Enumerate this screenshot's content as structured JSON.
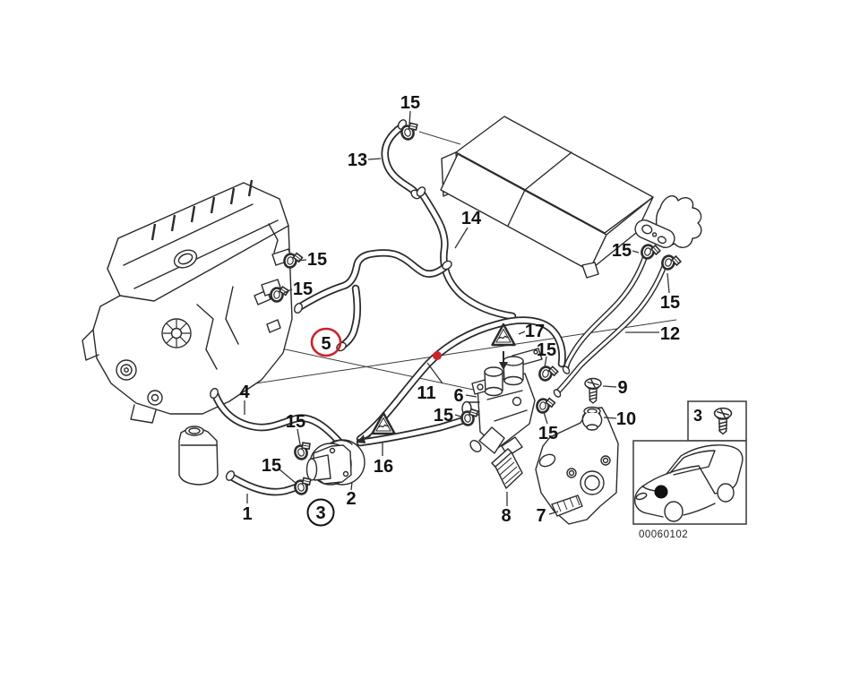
{
  "diagram": {
    "type": "parts-diagram",
    "subject": "cooling-system water hoses, auxiliary pump and water valve",
    "line_color": "#2b2b2b",
    "highlight_color": "#c9252b",
    "highlighted_callout": "5",
    "callouts": [
      {
        "text": "15"
      },
      {
        "text": "13"
      },
      {
        "text": "14"
      },
      {
        "text": "15"
      },
      {
        "text": "15"
      },
      {
        "text": "12"
      },
      {
        "text": "17"
      },
      {
        "text": "15"
      },
      {
        "text": "15"
      },
      {
        "text": "5",
        "style": "red-circle"
      },
      {
        "text": "4"
      },
      {
        "text": "11"
      },
      {
        "text": "6"
      },
      {
        "text": "9"
      },
      {
        "text": "10"
      },
      {
        "text": "15"
      },
      {
        "text": "15"
      },
      {
        "text": "15"
      },
      {
        "text": "16"
      },
      {
        "text": "15"
      },
      {
        "text": "15"
      },
      {
        "text": "1"
      },
      {
        "text": "2"
      },
      {
        "text": "3",
        "style": "black-circle"
      },
      {
        "text": "8"
      },
      {
        "text": "7"
      }
    ],
    "markers": {
      "red_dot_color": "#c9252b",
      "warning_triangles": [
        "17",
        "16"
      ]
    },
    "inset": {
      "screw_callout": "3",
      "document_number": "00060102"
    }
  }
}
